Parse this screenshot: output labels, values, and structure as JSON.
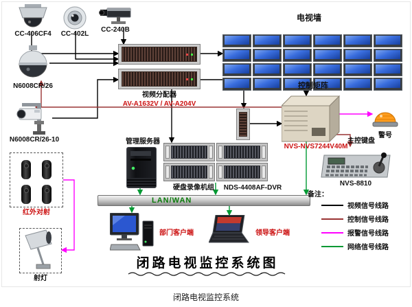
{
  "diagram": {
    "cameras": {
      "cc406cf4": {
        "label": "CC-406CF4"
      },
      "cc402l": {
        "label": "CC-402L"
      },
      "cc240b": {
        "label": "CC-240B"
      },
      "n6008cr26": {
        "label": "N6008CR/26"
      },
      "n6008cr26_10": {
        "label": "N6008CR/26-10"
      }
    },
    "distributor": {
      "label": "视频分配器",
      "model": "AV-A1632V / AV-A204V"
    },
    "tv_wall": {
      "label": "电视墙",
      "rows": 4,
      "cols": 6
    },
    "matrix": {
      "label": "控制矩阵",
      "model": "NVS-NVS7244V40M"
    },
    "alarm": {
      "label": "警号"
    },
    "keyboard": {
      "label": "主控键盘",
      "model": "NVS-8810"
    },
    "infrared": {
      "label": "红外对射"
    },
    "spotlight": {
      "label": "射灯"
    },
    "server": {
      "label": "管理服务器"
    },
    "dvr": {
      "label": "硬盘录像机组",
      "model": "NDS-4408AF-DVR"
    },
    "lan": {
      "label": "LAN/WAN"
    },
    "clients": {
      "department": {
        "label": "部门客户端"
      },
      "leader": {
        "label": "领导客户端"
      }
    },
    "legend": {
      "title": "备注：",
      "items": [
        {
          "label": "视频信号线路",
          "color": "#000000"
        },
        {
          "label": "控制信号线路",
          "color": "#993333"
        },
        {
          "label": "报警信号线路",
          "color": "#ff00ff"
        },
        {
          "label": "网络信号线路",
          "color": "#009933"
        }
      ]
    },
    "title": "闭路电视监控系统图"
  },
  "caption": "闭路电视监控系统",
  "colors": {
    "video_line": "#000000",
    "control_line": "#993333",
    "alarm_line": "#ff00ff",
    "network_line": "#009933",
    "model_label": "#cc1111",
    "lan_text": "#0a7a0a"
  }
}
